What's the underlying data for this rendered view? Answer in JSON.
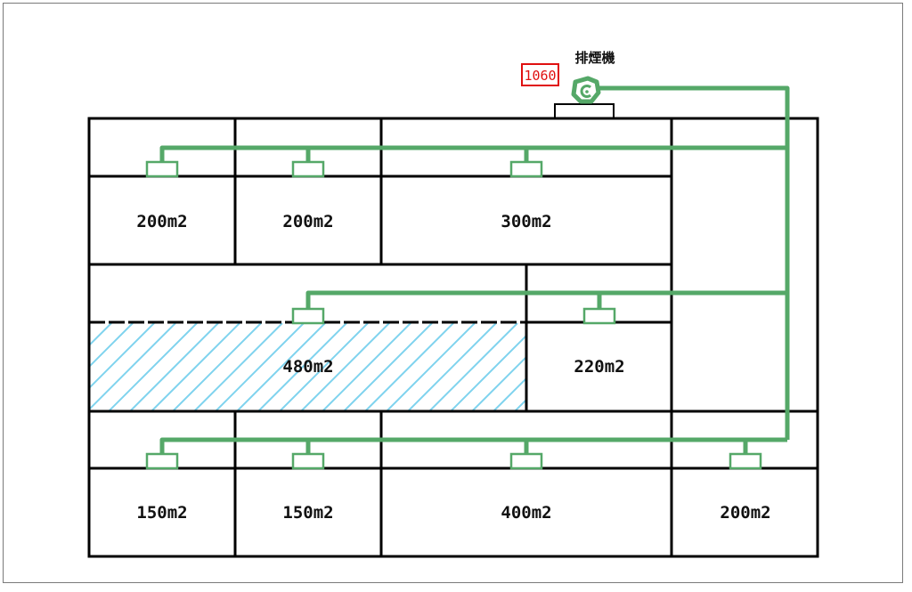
{
  "fan": {
    "label": "排煙機",
    "capacity": "1060",
    "icon": "smoke-exhaust-fan-icon"
  },
  "colors": {
    "wall": "#000000",
    "duct": "#55a868",
    "hatch": "#7fd3ee",
    "capacity_box": "#e01010",
    "frame": "#7a7a7a"
  },
  "rooms": [
    {
      "id": "r1",
      "area": "200m2"
    },
    {
      "id": "r2",
      "area": "200m2"
    },
    {
      "id": "r3",
      "area": "300m2"
    },
    {
      "id": "r4",
      "area": "480m2",
      "hatched": true
    },
    {
      "id": "r5",
      "area": "220m2"
    },
    {
      "id": "r6",
      "area": "150m2"
    },
    {
      "id": "r7",
      "area": "150m2"
    },
    {
      "id": "r8",
      "area": "400m2"
    },
    {
      "id": "r9",
      "area": "200m2"
    }
  ]
}
